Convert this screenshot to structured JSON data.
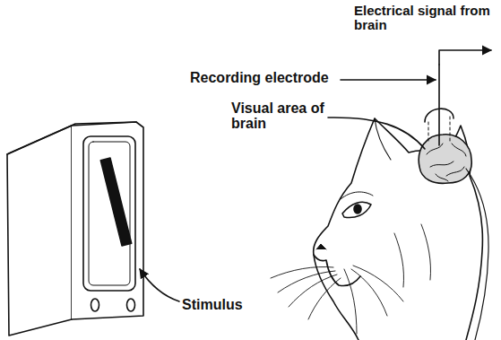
{
  "diagram": {
    "labels": [
      "Electrical signal from brain",
      "Recording electrode",
      "Visual area of brain",
      "Stimulus"
    ]
  }
}
